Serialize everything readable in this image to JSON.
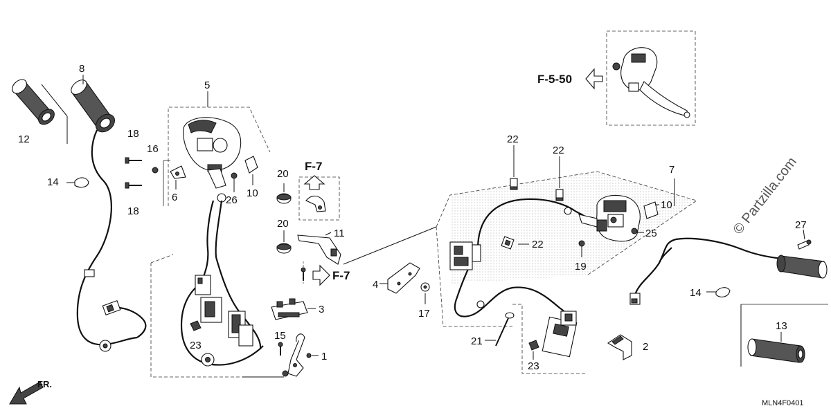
{
  "labels": {
    "p1": "1",
    "p2": "2",
    "p3": "3",
    "p4": "4",
    "p5": "5",
    "p6": "6",
    "p7": "7",
    "p8": "8",
    "p10a": "10",
    "p10b": "10",
    "p11": "11",
    "p12": "12",
    "p13": "13",
    "p14a": "14",
    "p14b": "14",
    "p15": "15",
    "p16": "16",
    "p17": "17",
    "p18a": "18",
    "p18b": "18",
    "p19": "19",
    "p20a": "20",
    "p20b": "20",
    "p21": "21",
    "p22a": "22",
    "p22b": "22",
    "p22c": "22",
    "p23a": "23",
    "p23b": "23",
    "p25": "25",
    "p26": "26",
    "p27": "27"
  },
  "refs": {
    "f550": "F-5-50",
    "f7_top": "F-7",
    "f7_bottom": "F-7"
  },
  "front_arrow_label": "FR.",
  "diagram_code": "MLN4F0401",
  "watermark": "© Partzilla.com"
}
